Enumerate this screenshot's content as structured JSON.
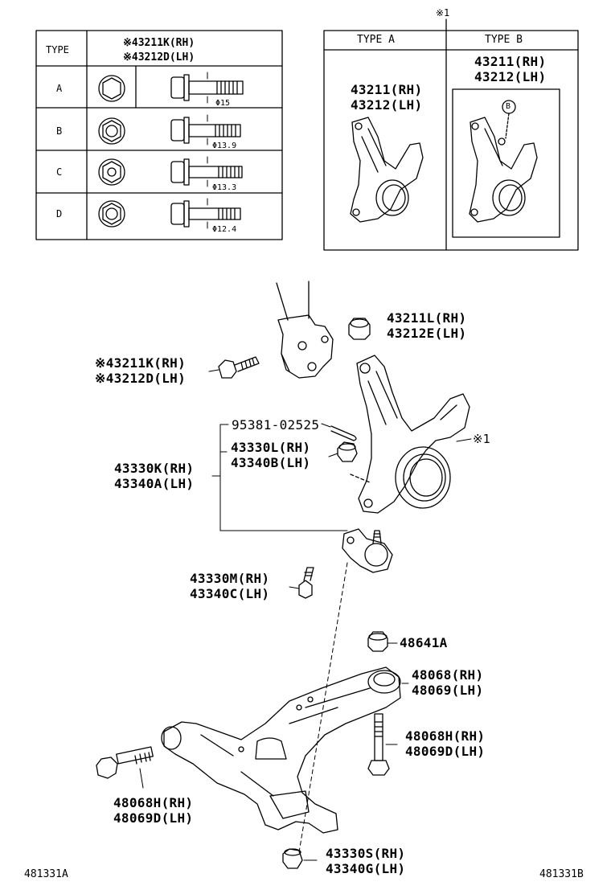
{
  "bolt_table": {
    "header_type": "TYPE",
    "header_part_1": "※43211K(RH)",
    "header_part_2": "※43212D(LH)",
    "rows": [
      {
        "type": "A",
        "diameter": "Φ15"
      },
      {
        "type": "B",
        "diameter": "Φ13.9"
      },
      {
        "type": "C",
        "diameter": "Φ13.3"
      },
      {
        "type": "D",
        "diameter": "Φ12.4"
      }
    ]
  },
  "knuckle_box": {
    "reference_mark": "※1",
    "type_a_label": "TYPE A",
    "type_b_label": "TYPE B",
    "type_a_parts": [
      "43211(RH)",
      "43212(LH)"
    ],
    "type_b_parts": [
      "43211(RH)",
      "43212(LH)"
    ],
    "callout": "B"
  },
  "parts": {
    "knuckle_nut": [
      "43211L(RH)",
      "43212E(LH)"
    ],
    "knuckle_bolt": [
      "※43211K(RH)",
      "※43212D(LH)"
    ],
    "cotter_pin": "95381-02525",
    "ball_joint_nut": [
      "43330L(RH)",
      "43340B(LH)"
    ],
    "ball_joint_assy": [
      "43330K(RH)",
      "43340A(LH)"
    ],
    "knuckle_ref": "※1",
    "ball_joint_bolt": [
      "43330M(RH)",
      "43340C(LH)"
    ],
    "arm_nut": "48641A",
    "lower_arm": [
      "48068(RH)",
      "48069(LH)"
    ],
    "rear_bolt": [
      "48068H(RH)",
      "48069D(LH)"
    ],
    "front_bolt": [
      "48068H(RH)",
      "48069D(LH)"
    ],
    "bushing": [
      "43330S(RH)",
      "43340G(LH)"
    ]
  },
  "footer": {
    "left_code": "481331A",
    "right_code": "481331B"
  }
}
